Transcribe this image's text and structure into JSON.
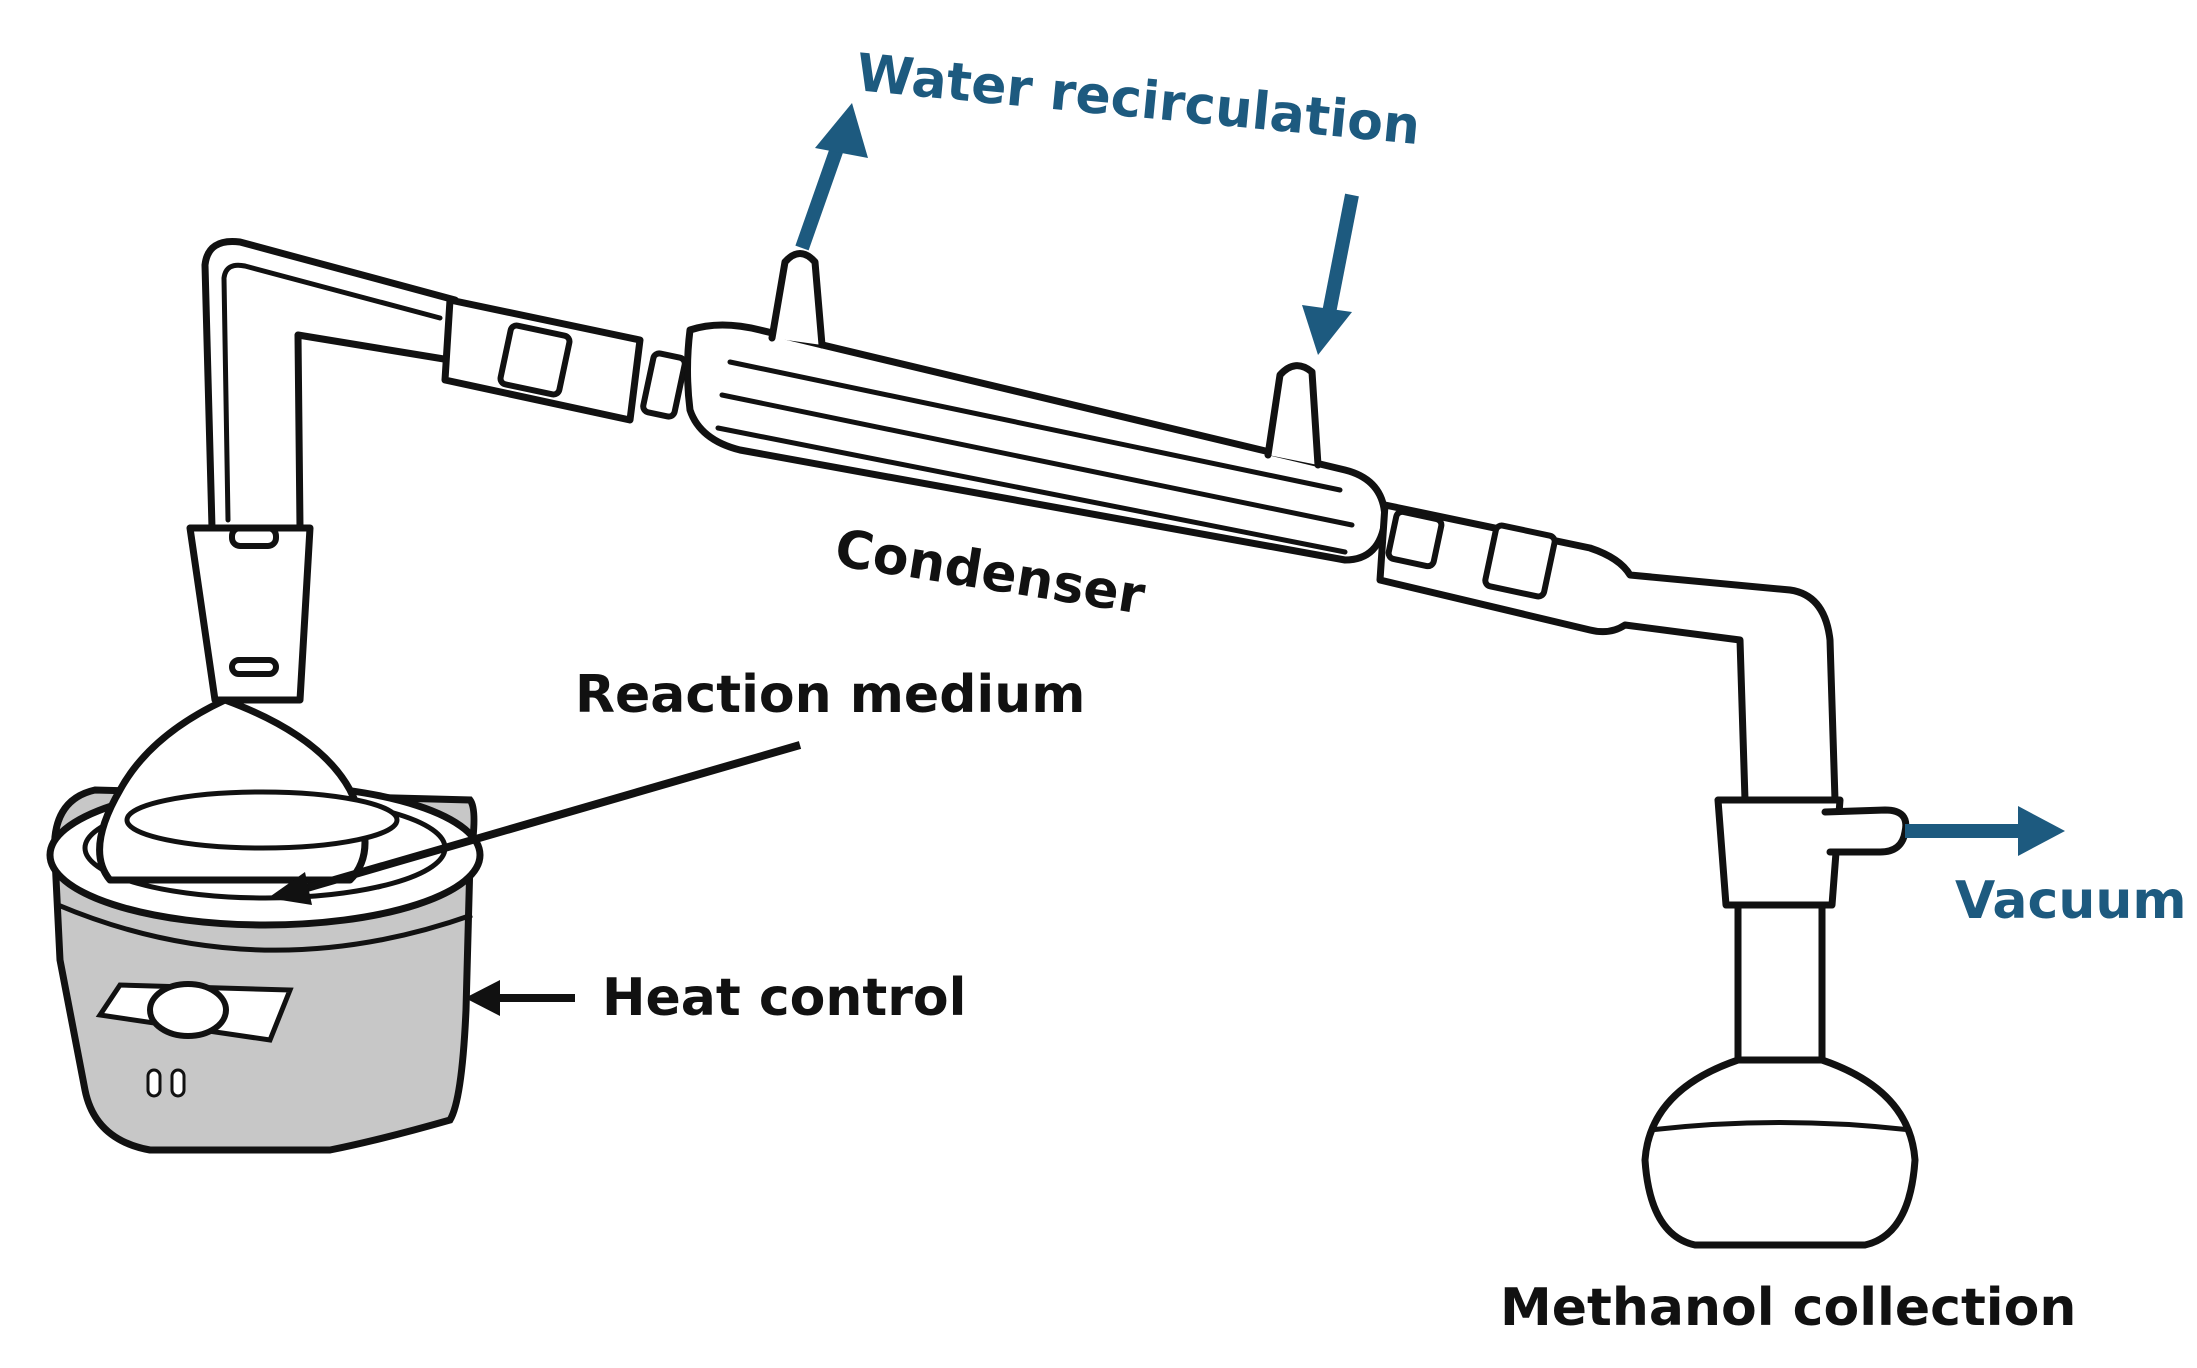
{
  "colors": {
    "accent": "#1d5a7f",
    "ink": "#111111",
    "heater_fill": "#c7c7c7"
  },
  "labels": {
    "water_recirculation": "Water recirculation",
    "condenser": "Condenser",
    "reaction_medium": "Reaction medium",
    "heat_control": "Heat control",
    "vacuum": "Vacuum",
    "methanol_collection": "Methanol collection"
  }
}
